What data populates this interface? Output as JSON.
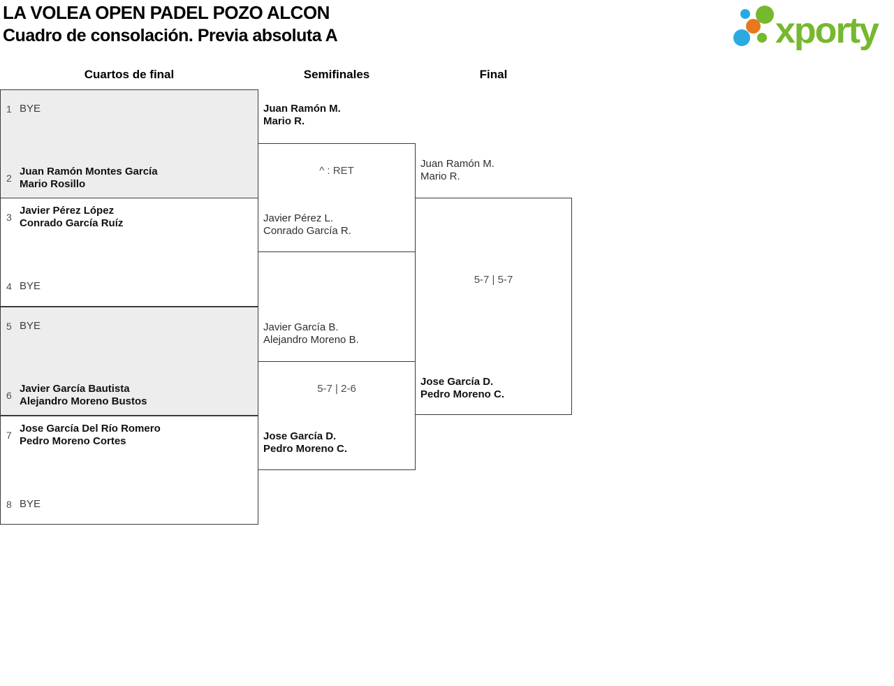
{
  "header": {
    "title": "LA VOLEA OPEN PADEL POZO ALCON",
    "subtitle": "Cuadro de consolación. Previa absoluta A"
  },
  "logo": {
    "wordmark": "xporty"
  },
  "round_headers": {
    "quarterfinals": "Cuartos de final",
    "semifinals": "Semifinales",
    "final": "Final"
  },
  "quarterfinals": [
    {
      "top": {
        "seed": "1",
        "name1": "BYE",
        "name2": ""
      },
      "bottom": {
        "seed": "2",
        "name1": "Juan Ramón Montes García",
        "name2": "Mario Rosillo"
      }
    },
    {
      "top": {
        "seed": "3",
        "name1": "Javier Pérez López",
        "name2": "Conrado García Ruíz"
      },
      "bottom": {
        "seed": "4",
        "name1": "BYE",
        "name2": ""
      }
    },
    {
      "top": {
        "seed": "5",
        "name1": "BYE",
        "name2": ""
      },
      "bottom": {
        "seed": "6",
        "name1": "Javier García Bautista",
        "name2": "Alejandro Moreno Bustos"
      }
    },
    {
      "top": {
        "seed": "7",
        "name1": "Jose García Del Río Romero",
        "name2": "Pedro Moreno Cortes"
      },
      "bottom": {
        "seed": "8",
        "name1": "BYE",
        "name2": ""
      }
    }
  ],
  "semifinals": [
    {
      "top": {
        "name1": "Juan Ramón M.",
        "name2": "Mario R."
      },
      "score": "^ : RET",
      "bottom": {
        "name1": "Javier Pérez L.",
        "name2": "Conrado García R."
      }
    },
    {
      "top": {
        "name1": "Javier García B.",
        "name2": "Alejandro Moreno B."
      },
      "score": "5-7 | 2-6",
      "bottom": {
        "name1": "Jose García D.",
        "name2": "Pedro Moreno C."
      }
    }
  ],
  "final": {
    "top": {
      "name1": "Juan Ramón M.",
      "name2": "Mario R."
    },
    "score": "5-7 | 5-7",
    "bottom": {
      "name1": "Jose García D.",
      "name2": "Pedro Moreno C."
    }
  },
  "colors": {
    "brand_green": "#76b82e",
    "brand_blue": "#29abe2",
    "brand_orange": "#e8781e",
    "bye_box_bg": "#ededed",
    "box_border": "#3a3a3a"
  }
}
